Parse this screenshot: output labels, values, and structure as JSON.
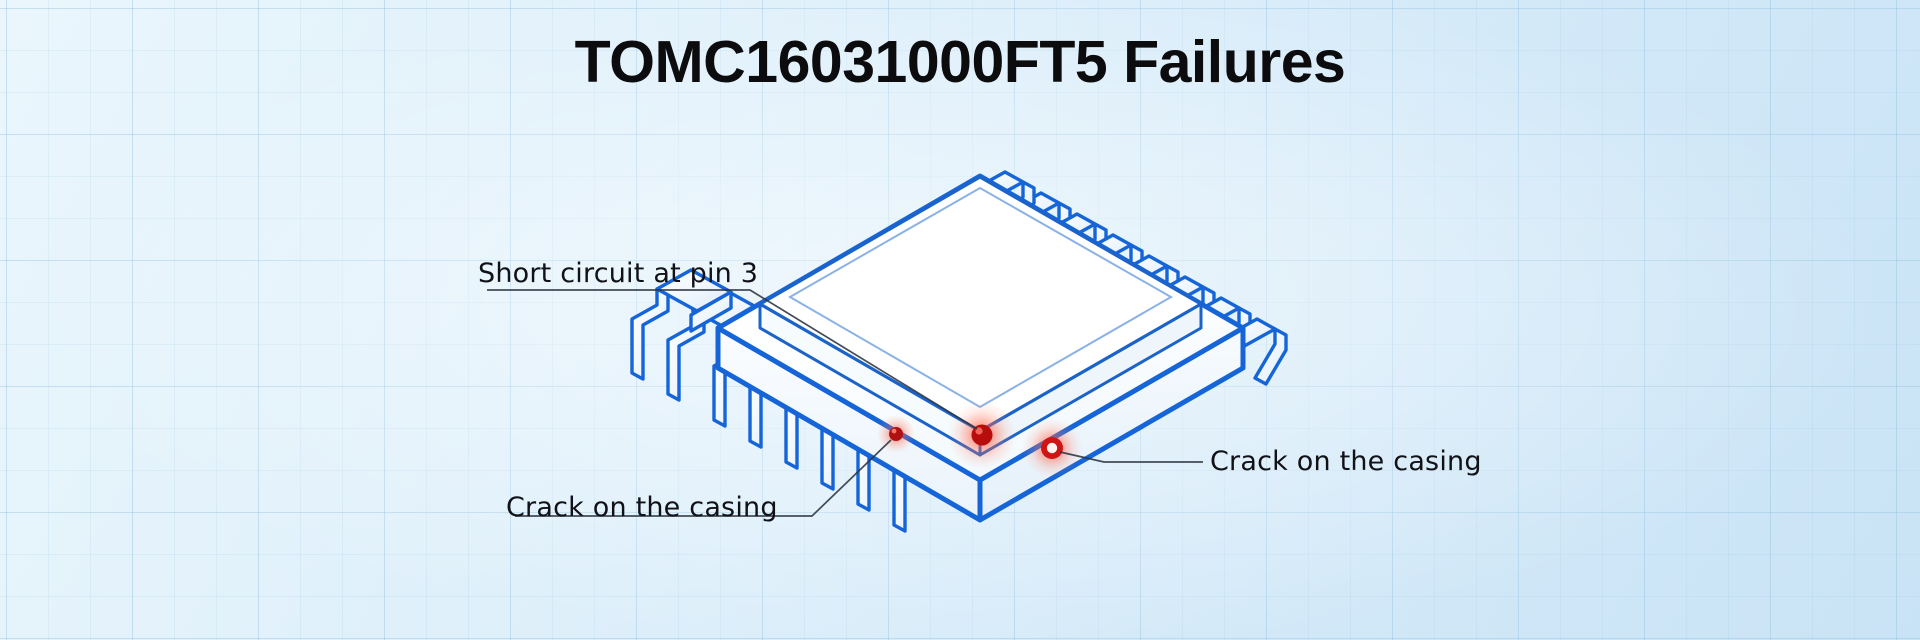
{
  "page": {
    "title": "TOMC16031000FT5 Failures",
    "background_color": "#e3f2fb",
    "grid_color": "#96c3e1"
  },
  "diagram": {
    "subject": "integrated-circuit-package",
    "view": "isometric",
    "style": "blueprint-line-drawing",
    "line_color": "#1565d8",
    "body_fill": "#ffffff",
    "defect_color": "#d81616",
    "glow_color": "#ff5a4d",
    "pin_count_left": 8,
    "pin_count_right": 8
  },
  "annotations": [
    {
      "id": "short-circuit-pin-3",
      "label": "Short circuit at pin 3",
      "marker_type": "filled-dot",
      "marker_color": "#c21010",
      "position": "top-left"
    },
    {
      "id": "crack-casing-left",
      "label": "Crack on the casing",
      "marker_type": "small-dot",
      "marker_color": "#b81212",
      "position": "bottom-left"
    },
    {
      "id": "crack-casing-right",
      "label": "Crack on the casing",
      "marker_type": "ring",
      "marker_color": "#d01414",
      "position": "right"
    }
  ]
}
